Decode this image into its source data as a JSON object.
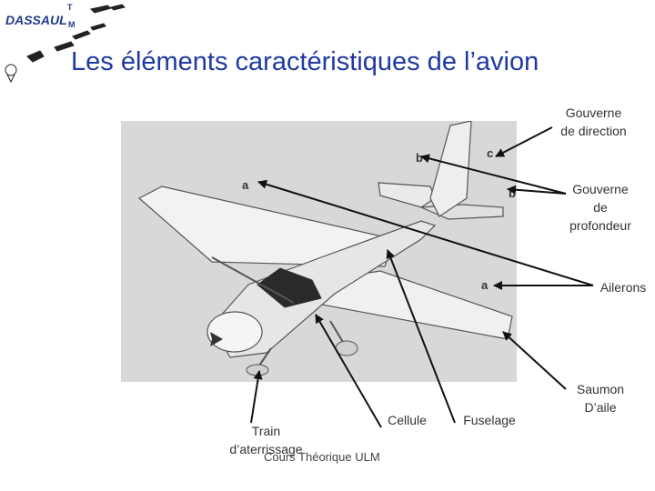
{
  "logo": {
    "text_main": "DASSAUL",
    "text_tm": "T",
    "text_m": "M"
  },
  "title": "Les éléments caractéristiques de l’avion",
  "callouts": {
    "gouverne_direction": [
      "Gouverne",
      "de direction"
    ],
    "gouverne_profondeur": [
      "Gouverne",
      "de",
      "profondeur"
    ],
    "ailerons": "Ailerons",
    "saumon": [
      "Saumon",
      "D’aile"
    ],
    "fuselage": "Fuselage",
    "cellule": "Cellule",
    "train": [
      "Train",
      "d’aterrissage"
    ]
  },
  "photo_letters": {
    "a": "a",
    "b": "b",
    "c": "c"
  },
  "footer": "Cours Théorique ULM"
}
